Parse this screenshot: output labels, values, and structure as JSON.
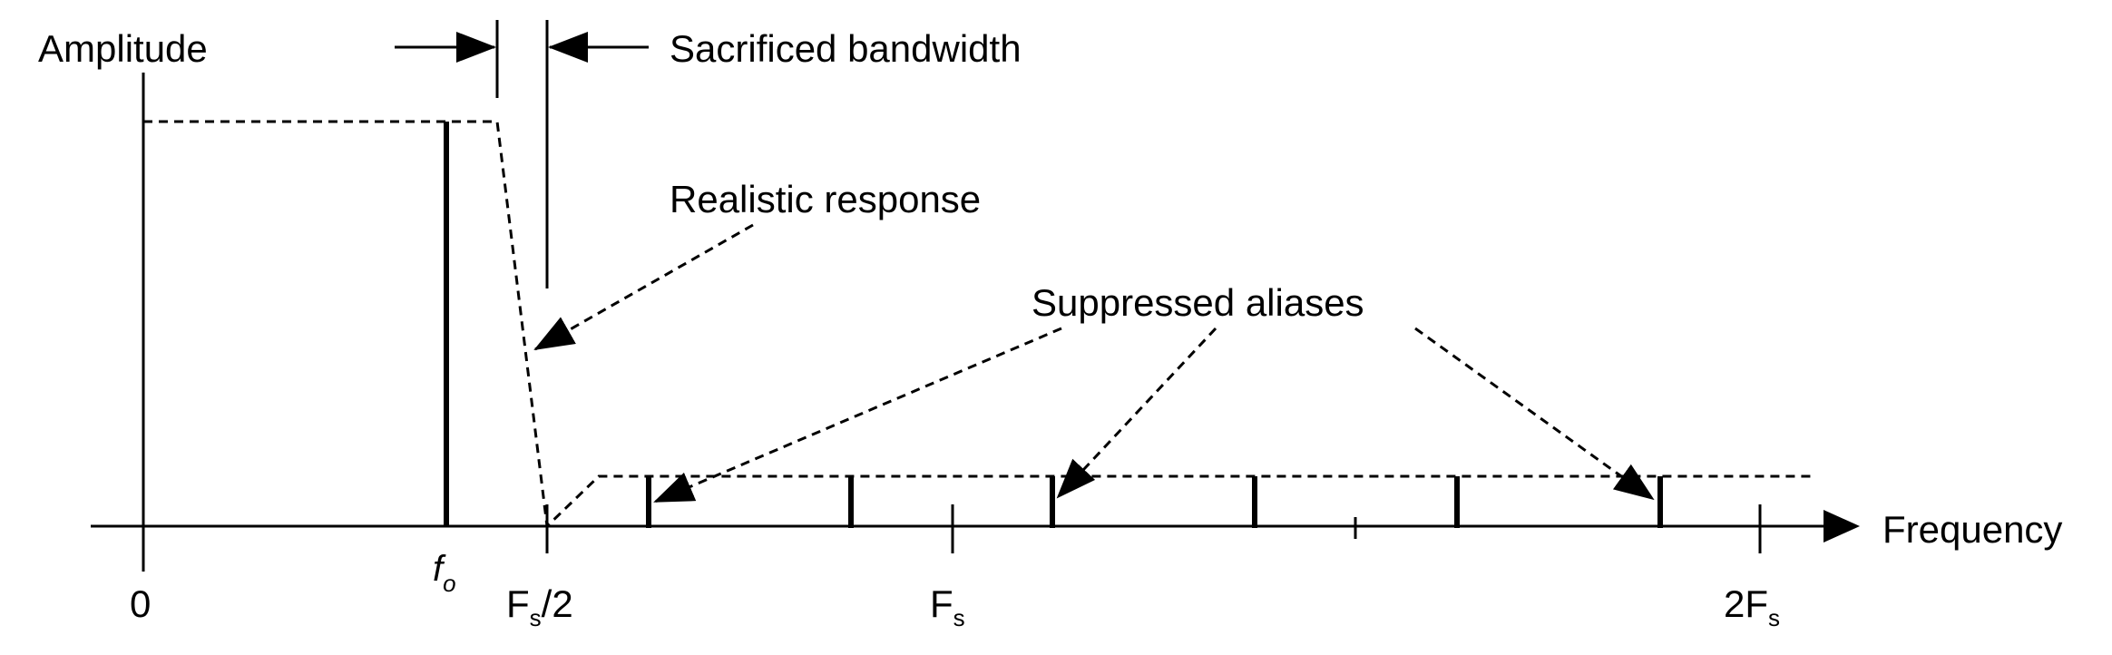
{
  "labels": {
    "amplitude": "Amplitude",
    "frequency": "Frequency",
    "sacrificed_bandwidth": "Sacrificed bandwidth",
    "realistic_response": "Realistic response",
    "suppressed_aliases": "Suppressed aliases"
  },
  "ticks": {
    "zero": "0",
    "f0_main": "f",
    "f0_sub": "o",
    "fs_half_main": "F",
    "fs_half_sub": "s",
    "fs_half_tail": "/2",
    "fs_main": "F",
    "fs_sub": "s",
    "two_fs_main": "2F",
    "two_fs_sub": "s"
  },
  "colors": {
    "ink": "#000000",
    "background": "#ffffff"
  }
}
